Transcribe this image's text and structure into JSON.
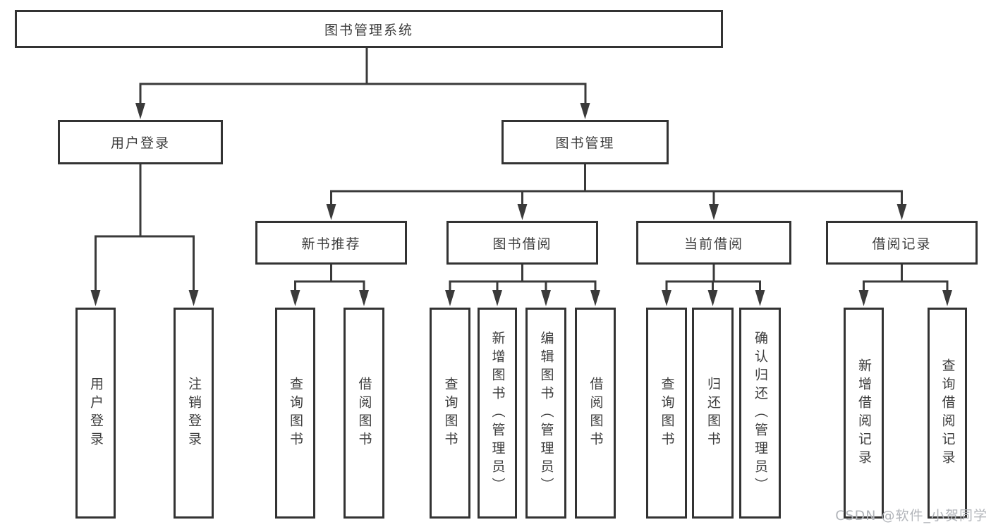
{
  "diagram": {
    "title_note": "functional structure tree",
    "root": {
      "label": "图书管理系统"
    },
    "branches": {
      "user_login": {
        "label": "用户登录",
        "children": [
          {
            "label": "用户登录"
          },
          {
            "label": "注销登录"
          }
        ]
      },
      "book_management": {
        "label": "图书管理",
        "sections": {
          "new_book_recommend": {
            "label": "新书推荐",
            "children": [
              {
                "label": "查询图书"
              },
              {
                "label": "借阅图书"
              }
            ]
          },
          "book_borrow": {
            "label": "图书借阅",
            "children": [
              {
                "label": "查询图书"
              },
              {
                "label": "新增图书（管理员）"
              },
              {
                "label": "编辑图书（管理员）"
              },
              {
                "label": "借阅图书"
              }
            ]
          },
          "current_borrow": {
            "label": "当前借阅",
            "children": [
              {
                "label": "查询图书"
              },
              {
                "label": "归还图书"
              },
              {
                "label": "确认归还（管理员）"
              }
            ]
          },
          "borrow_records": {
            "label": "借阅记录",
            "children": [
              {
                "label": "新增借阅记录"
              },
              {
                "label": "查询借阅记录"
              }
            ]
          }
        }
      }
    }
  },
  "watermark": {
    "text": "CSDN @软件_小贺同学"
  },
  "colors": {
    "line": "#3a3a3a",
    "box_border": "#333333",
    "text": "#3d3d3d",
    "watermark": "#b2b5ba",
    "background": "#ffffff"
  }
}
